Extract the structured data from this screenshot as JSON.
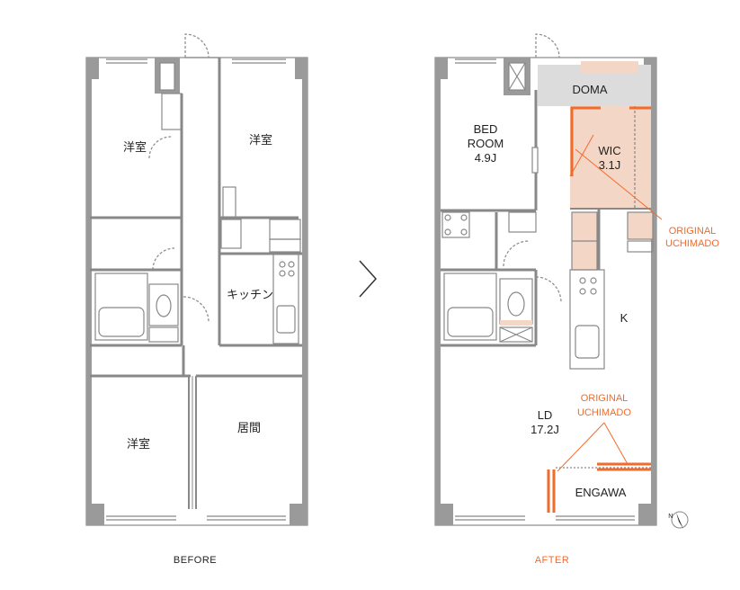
{
  "plans": {
    "before": {
      "caption": "BEFORE",
      "rooms": {
        "room_top_left": "洋室",
        "room_top_right": "洋室",
        "kitchen": "キッチン",
        "room_bottom_left": "洋室",
        "living": "居間"
      }
    },
    "after": {
      "caption": "AFTER",
      "rooms": {
        "doma": "DOMA",
        "bedroom_line1": "BED",
        "bedroom_line2": "ROOM",
        "bedroom_size": "4.9J",
        "wic": "WIC",
        "wic_size": "3.1J",
        "k": "K",
        "ld": "LD",
        "ld_size": "17.2J",
        "engawa": "ENGAWA"
      },
      "annotations": {
        "upper_line1": "ORIGINAL",
        "upper_line2": "UCHIMADO",
        "lower_line1": "ORIGINAL",
        "lower_line2": "UCHIMADO"
      },
      "compass": "N"
    },
    "arrow_icon": "chevron-right-icon"
  },
  "colors": {
    "wall": "#9a9a9a",
    "accent": "#f26b2b",
    "wic_fill": "#f3d6c6",
    "doma_fill": "#dcdcdc",
    "line": "#888888"
  }
}
